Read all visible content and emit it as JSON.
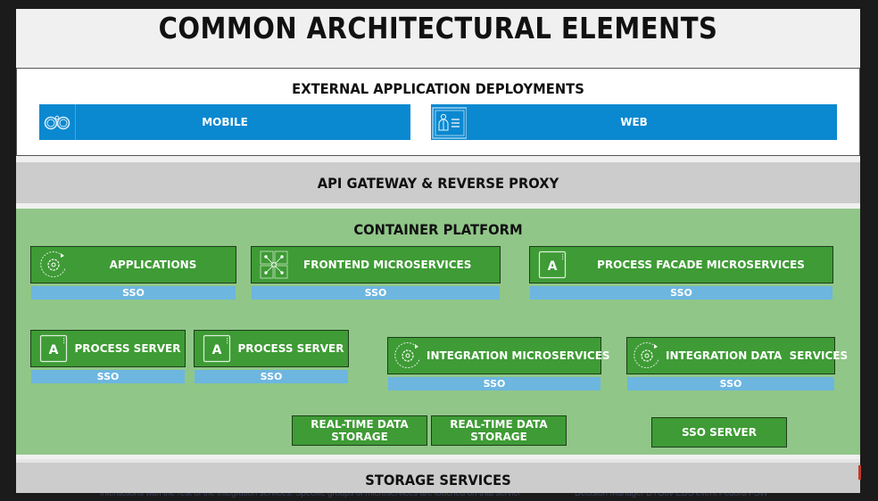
{
  "title": "COMMON ARCHITECTURAL ELEMENTS",
  "external": {
    "label": "EXTERNAL APPLICATION DEPLOYMENTS",
    "items": [
      {
        "label": "MOBILE",
        "icon": "binoculars-icon"
      },
      {
        "label": "WEB",
        "icon": "user-card-icon"
      }
    ]
  },
  "api_gateway": {
    "label": "API GATEWAY  & REVERSE PROXY"
  },
  "container": {
    "label": "CONTAINER PLATFORM",
    "sso_label": "SSO",
    "row1": [
      {
        "label": "APPLICATIONS",
        "icon": "gear-cycle-icon"
      },
      {
        "label": "FRONTEND MICROSERVICES",
        "icon": "network-grid-icon"
      },
      {
        "label": "PROCESS FACADE  MICROSERVICES",
        "icon": "app-a-icon"
      }
    ],
    "row2": [
      {
        "label": "PROCESS SERVER",
        "icon": "app-a-icon"
      },
      {
        "label": "PROCESS SERVER",
        "icon": "app-a-icon"
      },
      {
        "label": "INTEGRATION MICROSERVICES",
        "icon": "gear-cycle-icon"
      },
      {
        "label": "INTEGRATION DATA  SERVICES",
        "icon": "gear-cycle-icon"
      }
    ],
    "row3": [
      {
        "line1": "REAL-TIME DATA",
        "line2": "STORAGE"
      },
      {
        "line1": "REAL-TIME DATA",
        "line2": "STORAGE"
      },
      {
        "label": "SSO SERVER"
      }
    ]
  },
  "storage": {
    "label": "STORAGE SERVICES"
  },
  "background_text": {
    "left": "interactions with the rest of the integration services. Specific groups of microservices are touched on that service the",
    "right": "Decision Manager DTGov EDS event Fedora FSW"
  },
  "colors": {
    "blue": "#0a88d0",
    "green_box": "#3e9b35",
    "green_band": "#90c688",
    "sso_blue": "#6cb6e0",
    "gray_band": "#cccccc"
  }
}
